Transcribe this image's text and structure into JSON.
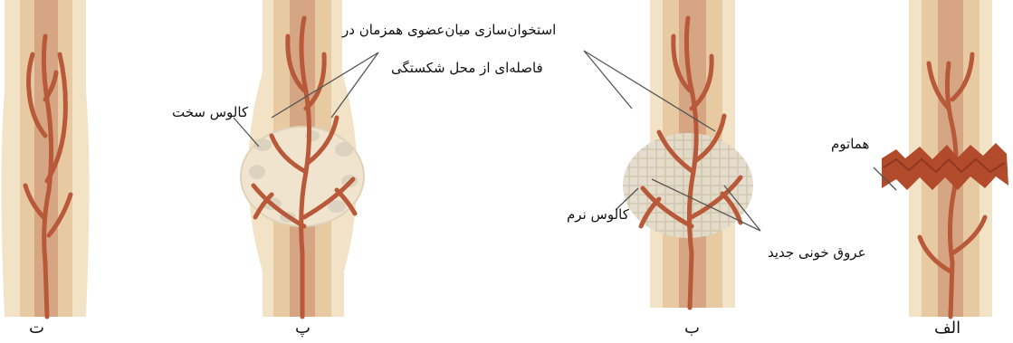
{
  "colors": {
    "bone_outer": "#f3e3c6",
    "bone_inner": "#e7c9a2",
    "marrow": "#d6a684",
    "vessel": "#b85a3a",
    "hematoma": "#b24b2c",
    "callus": "#d9d2bf",
    "leader": "#555555"
  },
  "panels": {
    "a": "الف",
    "b": "ب",
    "p": "پ",
    "t": "ت"
  },
  "labels": {
    "hematoma": "هماتوم",
    "new_vessels": "عروق خونی جدید",
    "soft_callus": "کالوس نرم",
    "hard_callus": "کالوس سخت",
    "ossification_line1": "استخوان‌سازی میان‌عضوی همزمان در",
    "ossification_line2": "فاصله‌ای از محل شکستگی"
  }
}
